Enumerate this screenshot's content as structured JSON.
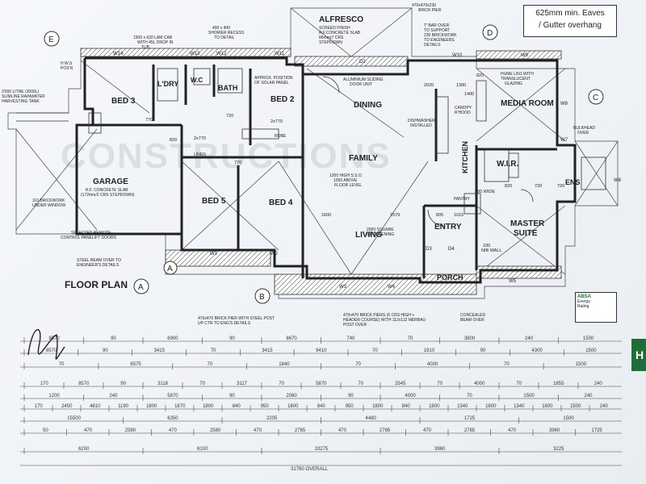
{
  "eaves_note": [
    "625mm min. Eaves",
    "/ Gutter overhang"
  ],
  "rooms": {
    "alfresco": "ALFRESCO",
    "alfresco_note": [
      "SCREED FINISH",
      "R.F.CONCRETE SLAB",
      "86mm(7 CRS",
      "STEPDOWN"
    ],
    "bed3": "BED 3",
    "ldry": "L'DRY",
    "wc": "W.C",
    "bath": "BATH",
    "bed2": "BED 2",
    "dining": "DINING",
    "kitchen": "KITCHEN",
    "media": "MEDIA ROOM",
    "family": "FAMILY",
    "garage": "GARAGE",
    "garage_note": [
      "R.F. CONCRETE SLAB",
      "(172mm/2 CRS STEPDOWN)"
    ],
    "bed5": "BED 5",
    "bed4": "BED 4",
    "living": "LIVING",
    "entry": "ENTRY",
    "wir": "W.I.R.",
    "ens": "ENS",
    "master": [
      "MASTER",
      "SUITE"
    ],
    "porch": "PORCH",
    "pantry": "PANTRY"
  },
  "title": "FLOOR PLAN",
  "circle_labels": [
    "E",
    "D",
    "C",
    "A",
    "B",
    "A"
  ],
  "watermark": "CONSTRUCTIONS",
  "notes": [
    "3'000 LITRE (3000L)",
    "SLIMLINE RAINWATER",
    "HARVESTING TANK",
    "H.W.S",
    "POS'N",
    "1500 x 630 LAM CAB",
    "WITH 45L DROP IN",
    "TUB",
    "400 x 400",
    "SHOWER RECESS",
    "TO DETAIL",
    "APPROX. POSITION",
    "OF SOLAR PANEL",
    "470x470x230",
    "BRICK PIER",
    "T' BAR OVER",
    "TO SUPPORT",
    "230 BRICKWORK",
    "TO ENGINEERS",
    "DETAILS",
    "ALUMINIUM SLIDING",
    "DOOR UNIT",
    "DISHWASHER",
    "INSTALLED",
    "HUME LIN1 WITH",
    "TRANSLUCENT",
    "GLAZING",
    "1200 HIGH S.S.O.",
    "1000 ABOVE",
    "FLOOR LEVEL",
    "2000 SQUARE",
    "SET OPENING",
    "SELECTED REMOTE",
    "CONTROL PANELIFT DOORS",
    "110 BRICKWORK",
    "UNDER WINDOW",
    "STEEL BEAM OVER TO",
    "ENGINEER'S DETAILS",
    "470x470 BRICK PIER WITH STEEL POST",
    "UP CTR TO ENG'S DETAILS",
    "470x470 BRICK PIERS (6 CRS HIGH +",
    "HEADER COURSE) WITH 112x112 MERBAU",
    "POST OVER",
    "CONCEALED",
    "BEAM OVER",
    "BULKHEAD",
    "OVER",
    "CANOPY",
    "R'HOOD",
    "ROBE",
    "LINEN"
  ],
  "dim_rows": [
    [
      "8570",
      "90",
      "6900",
      "90",
      "8670",
      "740",
      "70",
      "3800",
      "240",
      "1500"
    ],
    [
      "8570",
      "90",
      "3415",
      "70",
      "3415",
      "9410",
      "70",
      "1910",
      "90",
      "4300",
      "1500"
    ],
    [
      "70",
      "6575",
      "70",
      "1840",
      "70",
      "4000",
      "70",
      "1500"
    ],
    [
      "170",
      "8570",
      "90",
      "3118",
      "70",
      "3117",
      "70",
      "5870",
      "70",
      "2545",
      "70",
      "4000",
      "70",
      "1855",
      "240"
    ],
    [
      "1200",
      "240",
      "5870",
      "90",
      "2060",
      "90",
      "4000",
      "70",
      "1500",
      "240"
    ],
    [
      "170",
      "2450",
      "4810",
      "1190",
      "1800",
      "1870",
      "1800",
      "840",
      "950",
      "1800",
      "840",
      "950",
      "1800",
      "840",
      "1800",
      "1340",
      "1800",
      "1340",
      "1800",
      "1500",
      "240"
    ],
    [
      "15500",
      "6350",
      "2205",
      "4480",
      "1725",
      "1500"
    ],
    [
      "50",
      "470",
      "2580",
      "470",
      "2580",
      "470",
      "2765",
      "470",
      "2765",
      "470",
      "2765",
      "470",
      "3960",
      "1725"
    ],
    [
      "6200",
      "6100",
      "10275",
      "3960",
      "3225"
    ]
  ],
  "overall": "31760 OVERALL",
  "window_labels": [
    "W14",
    "W13",
    "W12",
    "W11",
    "W10",
    "W9",
    "W8",
    "W7",
    "W6",
    "W5",
    "W4",
    "W3",
    "W2",
    "W1",
    "D2",
    "D3",
    "D4"
  ],
  "dims_inline": [
    "2020",
    "1300",
    "820",
    "1400",
    "770",
    "2x770",
    "720",
    "820",
    "770",
    "2x770",
    "820",
    "720",
    "720",
    "895",
    "1015",
    "1579",
    "1600",
    "300 WIDE",
    "230",
    "NIB WALL"
  ],
  "logo": {
    "title": "ABSA",
    "lines": [
      "Energy",
      "Rating"
    ]
  },
  "stamp": "H"
}
